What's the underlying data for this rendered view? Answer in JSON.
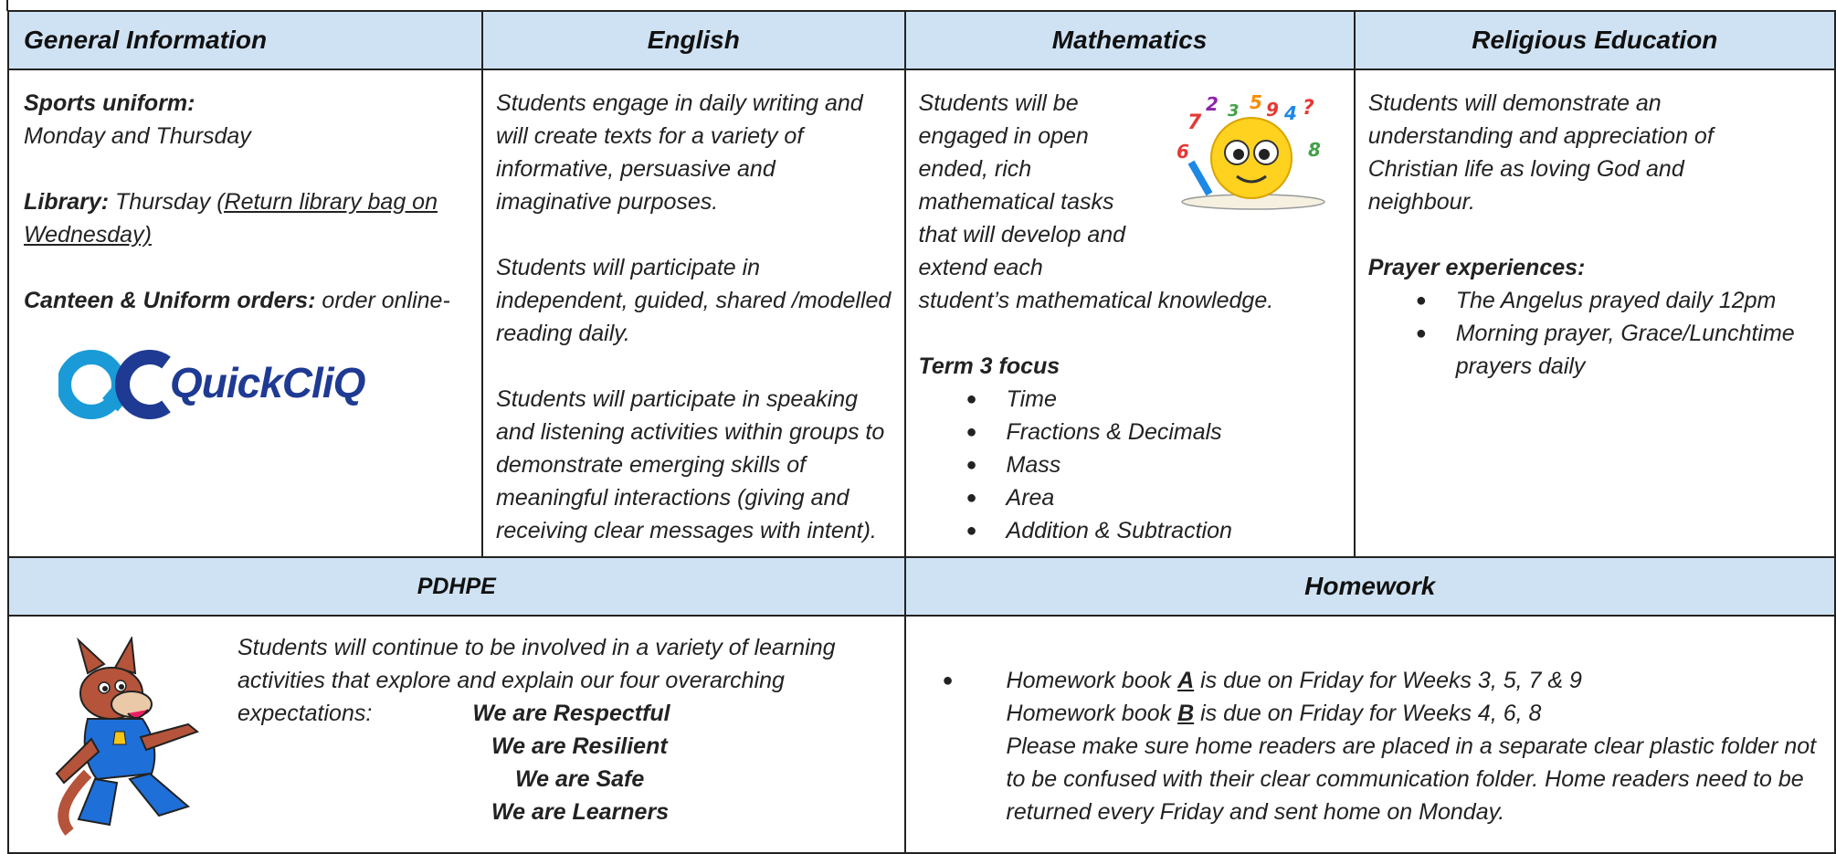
{
  "headers": {
    "general": "General Information",
    "english": "English",
    "maths": "Mathematics",
    "re": "Religious Education",
    "pdhpe": "PDHPE",
    "homework": "Homework"
  },
  "general": {
    "sports_label": "Sports uniform:",
    "sports_days": "Monday and Thursday",
    "library_label": "Library:",
    "library_day": " Thursday ",
    "library_note": "(Return library bag on Wednesday)",
    "canteen_label": "Canteen & Uniform orders:",
    "canteen_text": " order online-",
    "logo_text": "QuickCliQ"
  },
  "english": {
    "p1": "Students engage in daily writing and will create texts for a variety of informative, persuasive and imaginative purposes.",
    "p2": "Students will participate in independent, guided, shared /modelled reading daily.",
    "p3": "Students will participate in speaking and listening activities within groups to demonstrate emerging skills of meaningful interactions (giving and receiving clear messages with intent)."
  },
  "maths": {
    "l1": "Students will be",
    "l2": "engaged in open",
    "l3": "ended, rich",
    "l4": "mathematical tasks",
    "l5": "that will develop and",
    "l6": "extend each",
    "l7": "student’s mathematical knowledge.",
    "focus_title": "Term 3 focus",
    "focus_items": [
      "Time",
      "Fractions & Decimals",
      "Mass",
      "Area",
      "Addition & Subtraction"
    ]
  },
  "re": {
    "intro": "Students will demonstrate an understanding and appreciation of Christian life as loving God and neighbour.",
    "prayer_title": "Prayer experiences:",
    "items": [
      "The Angelus prayed daily 12pm",
      "Morning prayer, Grace/Lunchtime prayers daily"
    ]
  },
  "pdhpe": {
    "l1": "Students will continue to be involved in a variety of learning",
    "l2": "activities that explore and explain our four overarching",
    "l3": "expectations:",
    "exp1": "We are Respectful",
    "exp2": "We are Resilient",
    "exp3": "We are Safe",
    "exp4": "We are Learners"
  },
  "homework": {
    "a_pre": "Homework book ",
    "a_letter": "A",
    "a_post": " is due on Friday for Weeks 3, 5, 7 & 9",
    "b_pre": "Homework book ",
    "b_letter": "B",
    "b_post": " is  due on Friday for Weeks 4, 6, 8",
    "note": "Please make sure home readers are placed in a separate clear plastic folder not to be confused with their clear communication folder. Home readers need to be returned every Friday and sent home on Monday."
  },
  "colors": {
    "header_bg": "#cfe2f3",
    "border": "#222222",
    "logo_blue": "#1a9bd7",
    "logo_navy": "#1f3a93"
  }
}
